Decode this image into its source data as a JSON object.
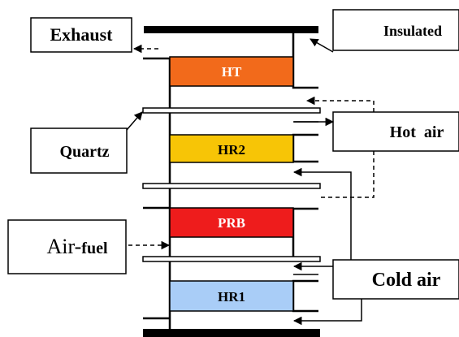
{
  "labels": {
    "exhaust": "Exhaust",
    "insulated": "Insulated",
    "quartz": "Quartz",
    "hot_air": "Hot  air",
    "air_fuel_main": "Air-",
    "air_fuel_suffix": "fuel",
    "cold_air": "Cold air"
  },
  "blocks": {
    "ht": {
      "label": "HT",
      "fill": "#f26a1b",
      "text_color": "#ffffff"
    },
    "hr2": {
      "label": "HR2",
      "fill": "#f7c506",
      "text_color": "#000000"
    },
    "prb": {
      "label": "PRB",
      "fill": "#ee1c1c",
      "text_color": "#ffffff"
    },
    "hr1": {
      "label": "HR1",
      "fill": "#a9cdf7",
      "text_color": "#000000"
    }
  },
  "colors": {
    "stroke": "#000000",
    "plate": "#ffffff",
    "background": "#ffffff"
  }
}
